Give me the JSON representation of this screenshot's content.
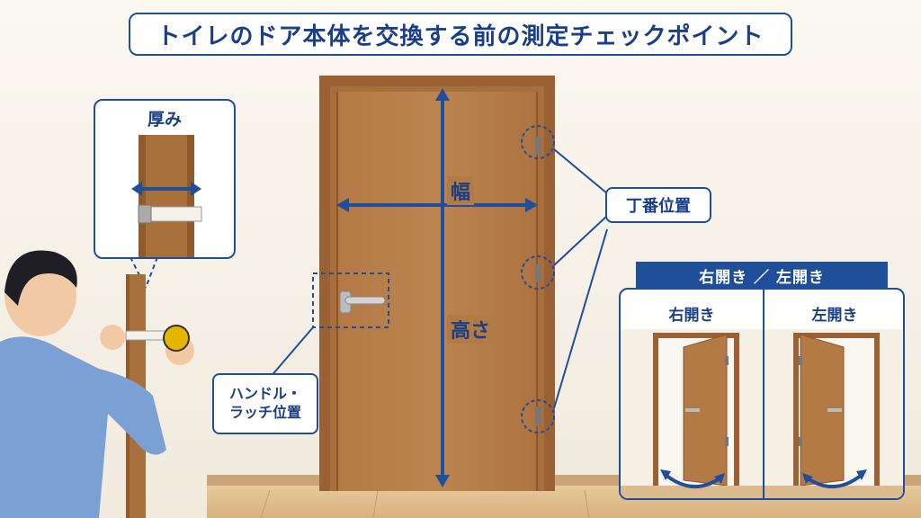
{
  "title": "トイレのドア本体を交換する前の測定チェックポイント",
  "callouts": {
    "thickness": "厚み",
    "width": "幅",
    "height": "高さ",
    "hinge": "丁番位置",
    "handle_line1": "ハンドル・",
    "handle_line2": "ラッチ位置"
  },
  "direction": {
    "header": "右開き ／ 左開き",
    "right": "右開き",
    "left": "左開き"
  },
  "colors": {
    "accent": "#1f4e9b",
    "door": "#b27a44",
    "frame": "#9a6234",
    "wall": "#f6f1e8"
  }
}
